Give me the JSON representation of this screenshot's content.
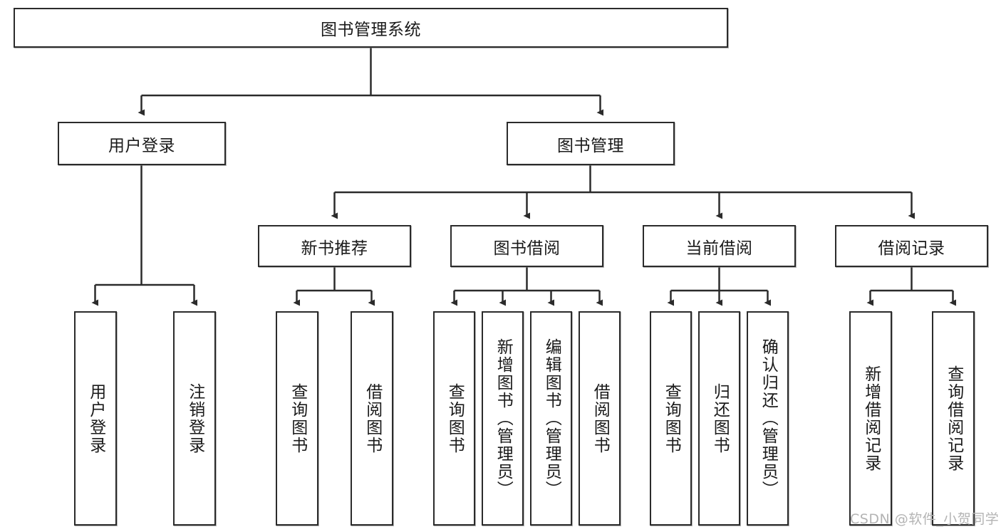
{
  "diagram": {
    "title": "图书管理系统",
    "watermark": "CSDN @软件_小贺同学",
    "colors": {
      "stroke": "#2b2b2b",
      "fill": "#ffffff",
      "text": "#1a1a1a",
      "watermark": "#b4b4b4"
    },
    "root": {
      "label": "图书管理系统"
    },
    "level1": [
      {
        "label": "用户登录"
      },
      {
        "label": "图书管理"
      }
    ],
    "level2": [
      {
        "label": "新书推荐"
      },
      {
        "label": "图书借阅"
      },
      {
        "label": "当前借阅"
      },
      {
        "label": "借阅记录"
      }
    ],
    "leaves": {
      "user_login": [
        {
          "label": "用户登录"
        },
        {
          "label": "注销登录"
        }
      ],
      "new_book": [
        {
          "label": "查询图书"
        },
        {
          "label": "借阅图书"
        }
      ],
      "book_borrow": [
        {
          "label": "查询图书"
        },
        {
          "label": "新增图书（管理员）"
        },
        {
          "label": "编辑图书（管理员）"
        },
        {
          "label": "借阅图书"
        }
      ],
      "current_borrow": [
        {
          "label": "查询图书"
        },
        {
          "label": "归还图书"
        },
        {
          "label": "确认归还（管理员）"
        }
      ],
      "borrow_record": [
        {
          "label": "新增借阅记录"
        },
        {
          "label": "查询借阅记录"
        }
      ]
    }
  }
}
